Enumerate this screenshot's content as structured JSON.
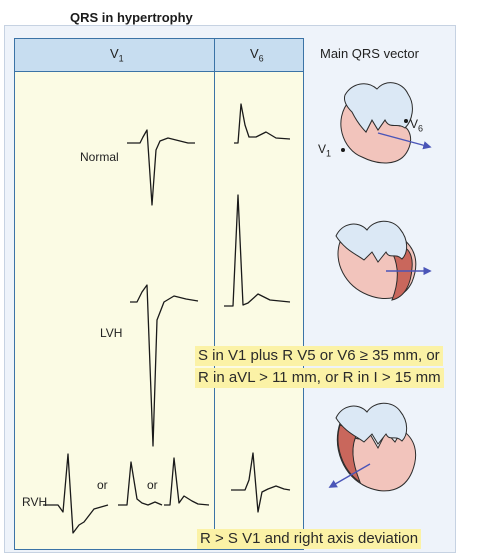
{
  "title": "QRS in hypertrophy",
  "columns": {
    "v1_prefix": "V",
    "v1_sub": "1",
    "v6_prefix": "V",
    "v6_sub": "6",
    "vector": "Main QRS vector"
  },
  "rows": {
    "normal": "Normal",
    "lvh": "LVH",
    "rvh": "RVH",
    "or1": "or",
    "or2": "or"
  },
  "heart": {
    "v6_prefix": "V",
    "v6_sub": "6",
    "v1_prefix": "V",
    "v1_sub": "1"
  },
  "notes": {
    "lvh_line1": "S in V1 plus R V5 or V6 ≥ 35 mm, or",
    "lvh_line2": "R in aVL > 11 mm, or R in I > 15 mm",
    "rvh": "R > S V1 and right axis deviation"
  },
  "colors": {
    "arrow": "#4a55b8",
    "heart_blue": "#dbe8f5",
    "heart_pink": "#f2c4bc",
    "heart_red": "#c9675c"
  }
}
